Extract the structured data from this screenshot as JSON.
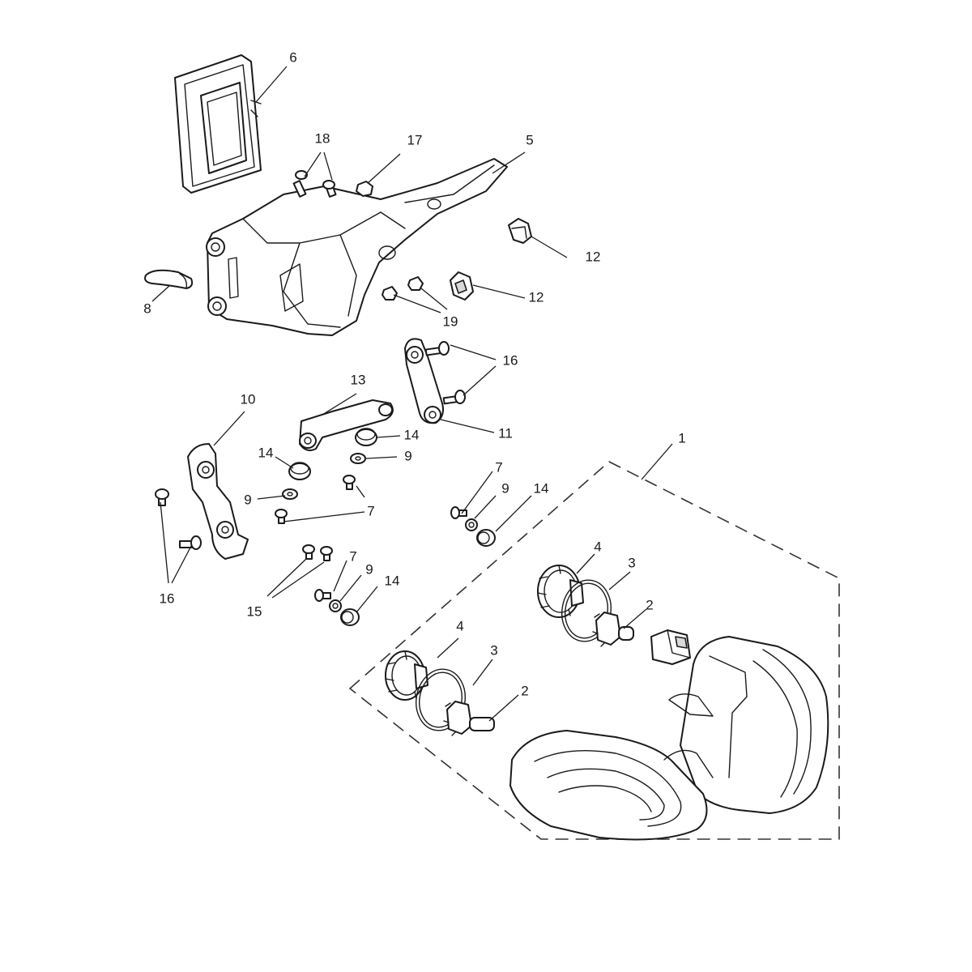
{
  "callouts": [
    {
      "id": "c1",
      "text": "1"
    },
    {
      "id": "c2a",
      "text": "2"
    },
    {
      "id": "c2b",
      "text": "2"
    },
    {
      "id": "c3a",
      "text": "3"
    },
    {
      "id": "c3b",
      "text": "3"
    },
    {
      "id": "c4a",
      "text": "4"
    },
    {
      "id": "c4b",
      "text": "4"
    },
    {
      "id": "c5",
      "text": "5"
    },
    {
      "id": "c6",
      "text": "6"
    },
    {
      "id": "c7a",
      "text": "7"
    },
    {
      "id": "c7b",
      "text": "7"
    },
    {
      "id": "c7c",
      "text": "7"
    },
    {
      "id": "c8",
      "text": "8"
    },
    {
      "id": "c9a",
      "text": "9"
    },
    {
      "id": "c9b",
      "text": "9"
    },
    {
      "id": "c9c",
      "text": "9"
    },
    {
      "id": "c9d",
      "text": "9"
    },
    {
      "id": "c10",
      "text": "10"
    },
    {
      "id": "c11",
      "text": "11"
    },
    {
      "id": "c12a",
      "text": "12"
    },
    {
      "id": "c12b",
      "text": "12"
    },
    {
      "id": "c13",
      "text": "13"
    },
    {
      "id": "c14a",
      "text": "14"
    },
    {
      "id": "c14b",
      "text": "14"
    },
    {
      "id": "c14c",
      "text": "14"
    },
    {
      "id": "c14d",
      "text": "14"
    },
    {
      "id": "c15",
      "text": "15"
    },
    {
      "id": "c16a",
      "text": "16"
    },
    {
      "id": "c16b",
      "text": "16"
    },
    {
      "id": "c17",
      "text": "17"
    },
    {
      "id": "c18",
      "text": "18"
    },
    {
      "id": "c19",
      "text": "19"
    }
  ]
}
